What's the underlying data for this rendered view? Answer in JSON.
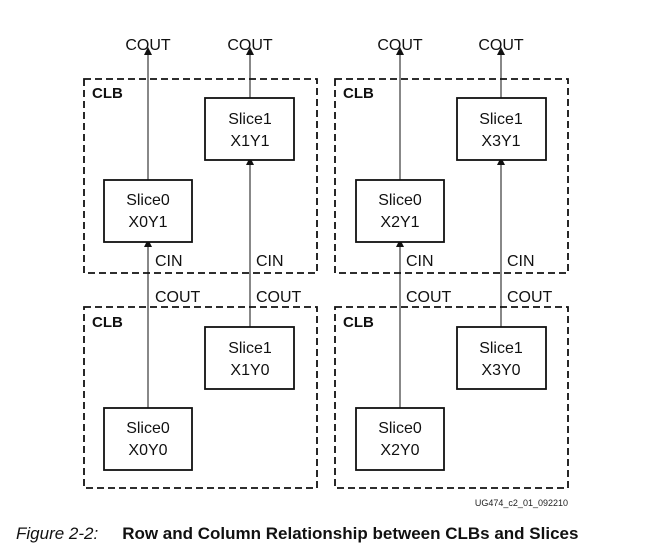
{
  "diagram": {
    "clb_label": "CLB",
    "cout_label": "COUT",
    "cin_label": "CIN",
    "clbs": [
      {
        "slice0": {
          "name": "Slice0",
          "coord": "X0Y1"
        },
        "slice1": {
          "name": "Slice1",
          "coord": "X1Y1"
        }
      },
      {
        "slice0": {
          "name": "Slice0",
          "coord": "X2Y1"
        },
        "slice1": {
          "name": "Slice1",
          "coord": "X3Y1"
        }
      },
      {
        "slice0": {
          "name": "Slice0",
          "coord": "X0Y0"
        },
        "slice1": {
          "name": "Slice1",
          "coord": "X1Y0"
        }
      },
      {
        "slice0": {
          "name": "Slice0",
          "coord": "X2Y0"
        },
        "slice1": {
          "name": "Slice1",
          "coord": "X3Y0"
        }
      }
    ],
    "figure_id": "UG474_c2_01_092210"
  },
  "caption": {
    "number": "Figure 2-2:",
    "title": "Row and Column Relationship between CLBs and Slices"
  }
}
